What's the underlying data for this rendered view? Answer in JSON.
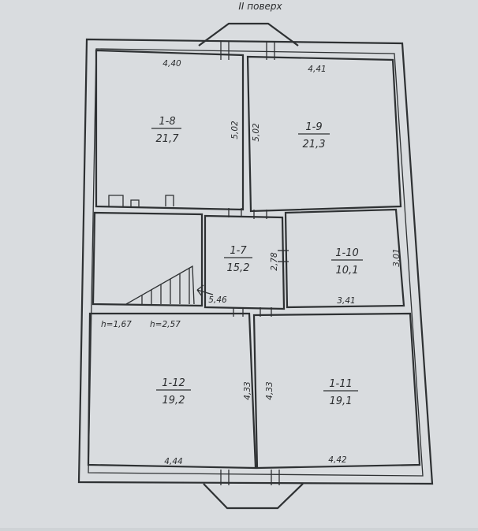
{
  "floor_label": "II поверх",
  "rooms": [
    {
      "id": "1-8",
      "area": "21,7"
    },
    {
      "id": "1-9",
      "area": "21,3"
    },
    {
      "id": "1-7",
      "area": "15,2"
    },
    {
      "id": "1-10",
      "area": "10,1"
    },
    {
      "id": "1-12",
      "area": "19,2"
    },
    {
      "id": "1-11",
      "area": "19,1"
    }
  ],
  "dimensions": {
    "d440": "4,40",
    "d441": "4,41",
    "d502a": "5,02",
    "d502b": "5,02",
    "d278": "2,78",
    "d301": "3,01",
    "d546": "5,46",
    "d341": "3,41",
    "d433a": "4,33",
    "d433b": "4,33",
    "d444": "4,44",
    "d442": "4,42"
  },
  "heights": {
    "h1": "h=1,67",
    "h2": "h=2,57"
  },
  "colors": {
    "paper": "#d9dcde",
    "background": "#cfd3d6",
    "ink": "#2e3133"
  }
}
